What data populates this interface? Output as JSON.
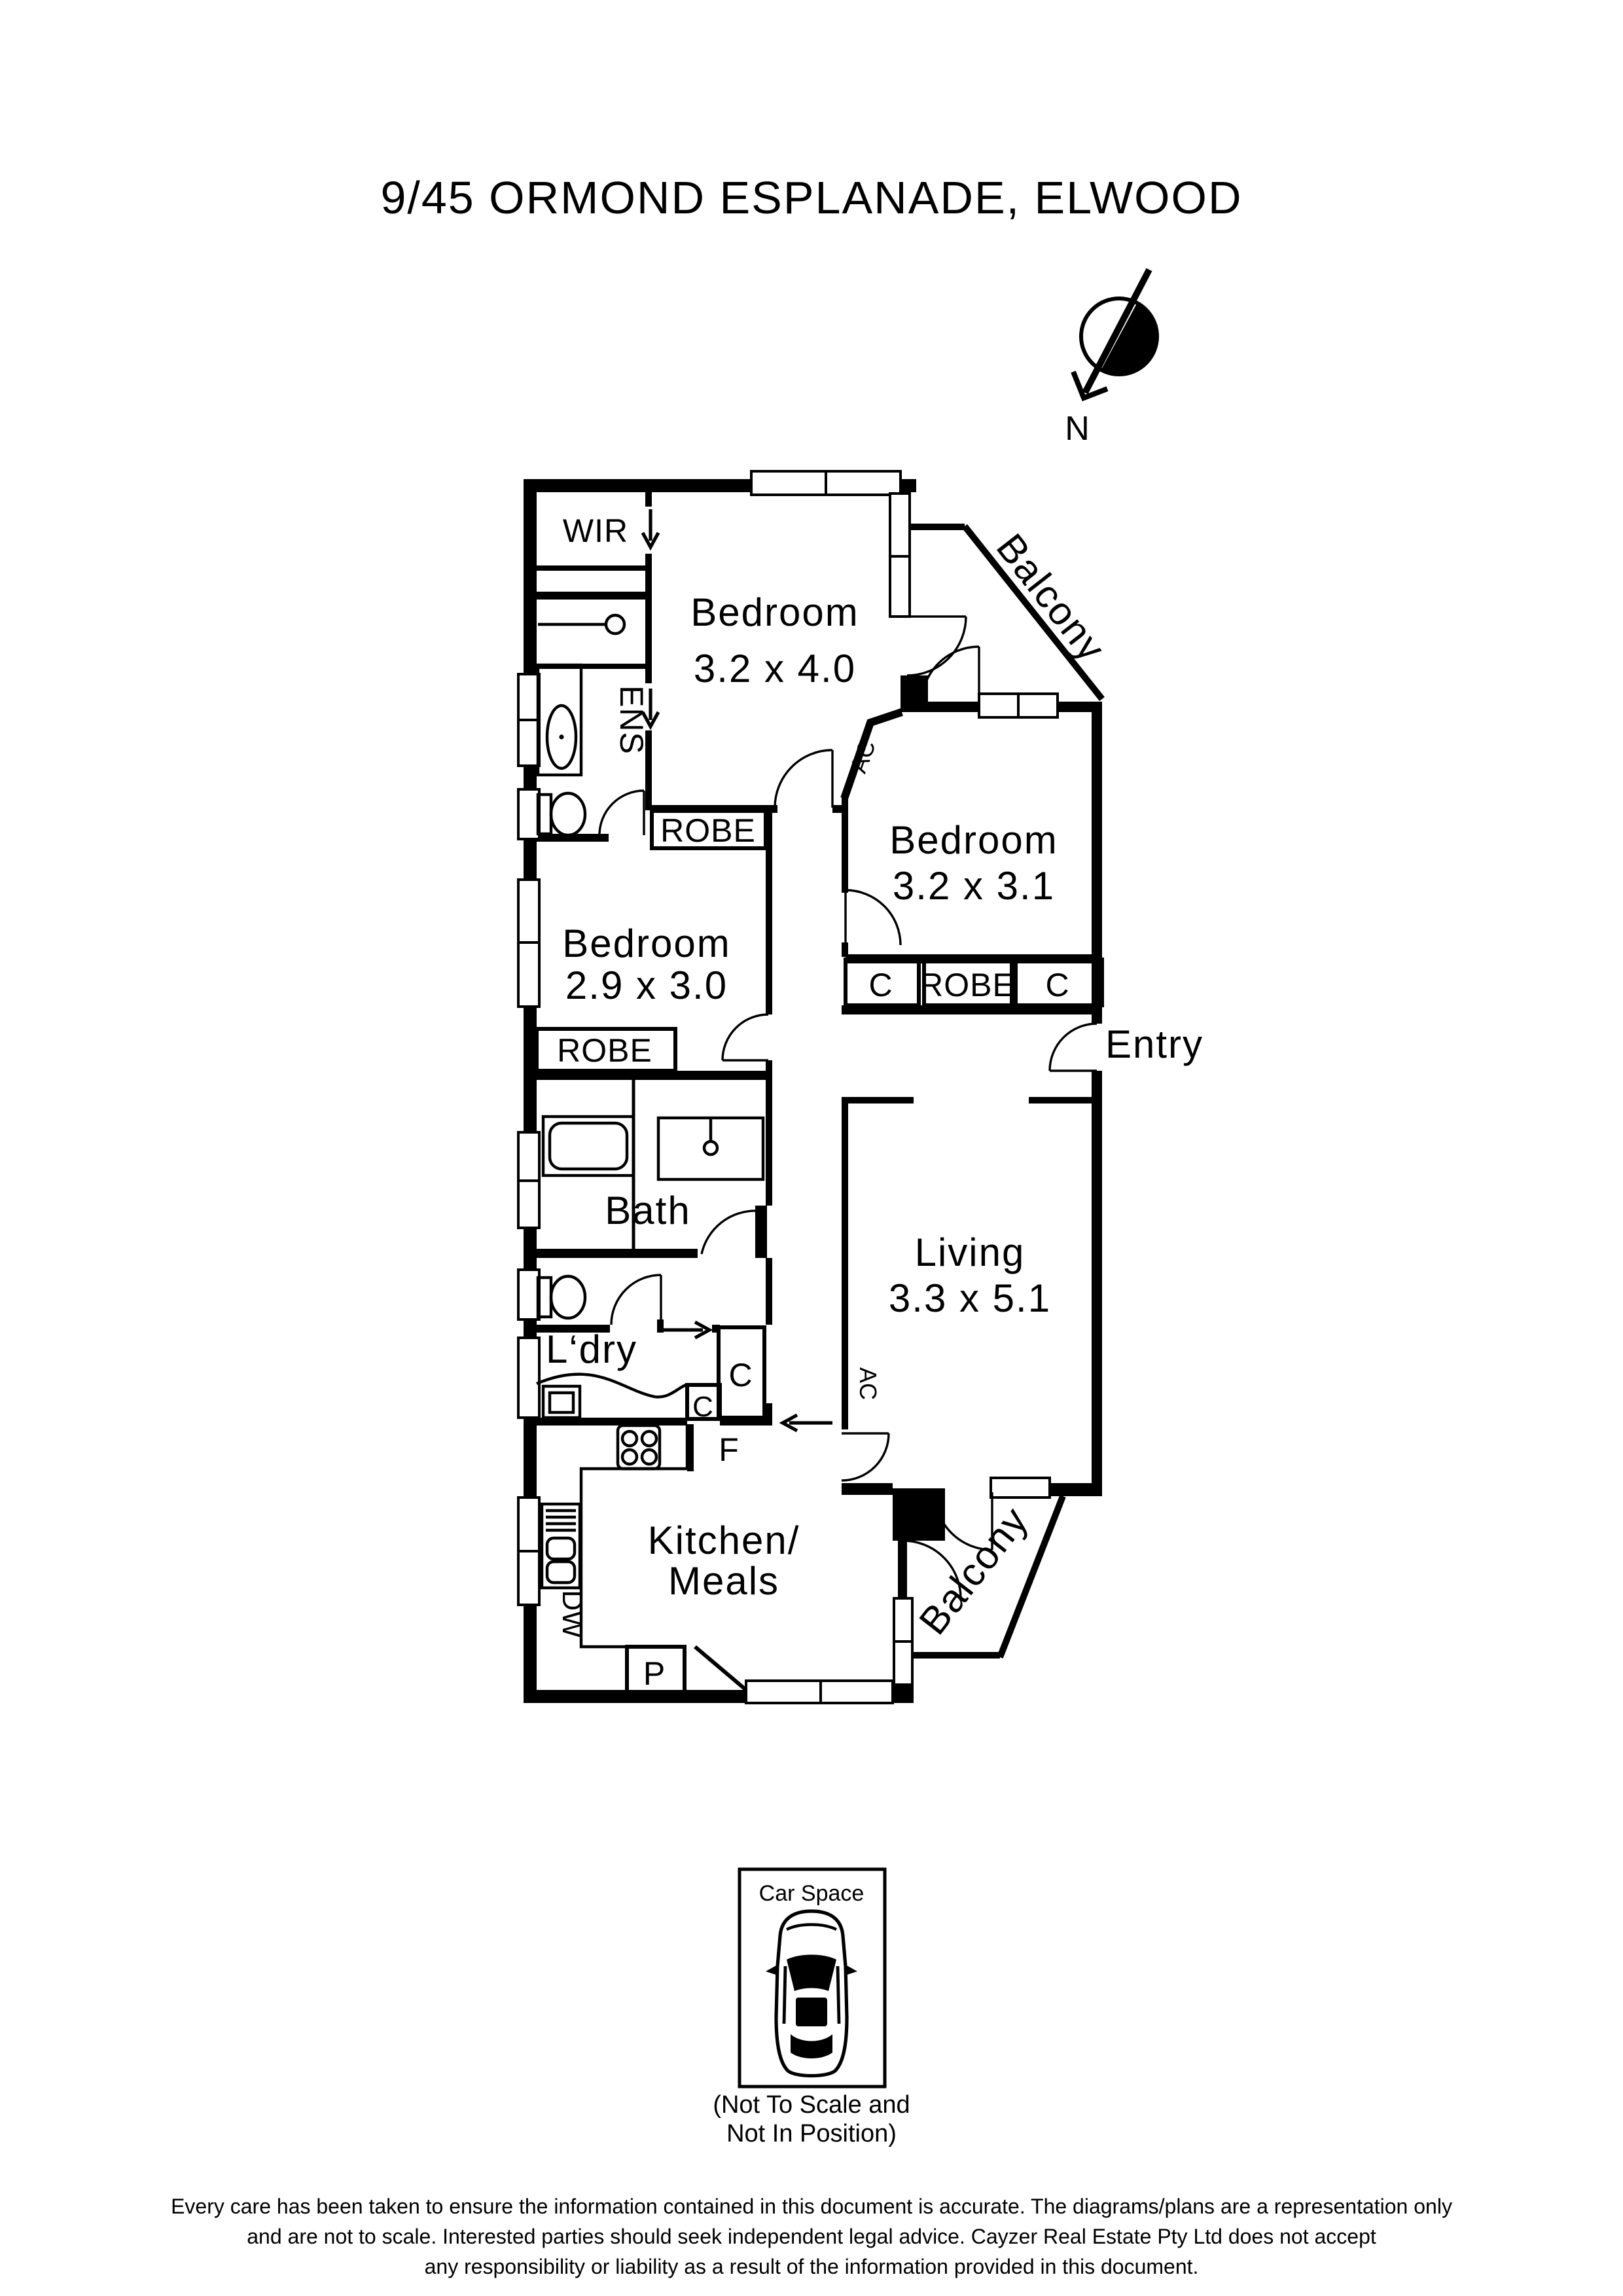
{
  "title": "9/45 ORMOND ESPLANADE, ELWOOD",
  "compass": {
    "north_label": "N"
  },
  "rooms": {
    "bedroom1": {
      "name": "Bedroom",
      "dims": "3.2 x 4.0"
    },
    "bedroom2": {
      "name": "Bedroom",
      "dims": "3.2 x 3.1"
    },
    "bedroom3": {
      "name": "Bedroom",
      "dims": "2.9 x 3.0"
    },
    "living": {
      "name": "Living",
      "dims": "3.3 x 5.1"
    },
    "kitchen_meals": {
      "line1": "Kitchen/",
      "line2": "Meals"
    },
    "bath": {
      "name": "Bath"
    },
    "laundry": {
      "name": "L‘dry"
    },
    "entry": {
      "name": "Entry"
    },
    "balcony_upper": {
      "name": "Balcony"
    },
    "balcony_lower": {
      "name": "Balcony"
    }
  },
  "labels": {
    "wir": "WIR",
    "ens": "ENS",
    "robe_bedroom1": "ROBE",
    "robe_bedroom2": "ROBE",
    "robe_bedroom3": "ROBE",
    "cupboard_left": "C",
    "cupboard_right": "C",
    "cupboard_hall_large": "C",
    "cupboard_hall_small": "C",
    "fridge": "F",
    "pantry": "P",
    "dishwasher": "DW",
    "ac_bedroom2": "AC",
    "ac_living": "AC"
  },
  "car_space": {
    "label": "Car Space",
    "note_line1": "(Not To Scale and",
    "note_line2": "Not In Position)"
  },
  "disclaimer": {
    "line1": "Every care has been taken to ensure the information contained in this document is accurate. The diagrams/plans are a representation only",
    "line2": "and are not to scale. Interested parties should seek independent legal advice. Cayzer Real Estate Pty Ltd does not accept",
    "line3": "any responsibility or liability as a result of the information provided in this document."
  }
}
